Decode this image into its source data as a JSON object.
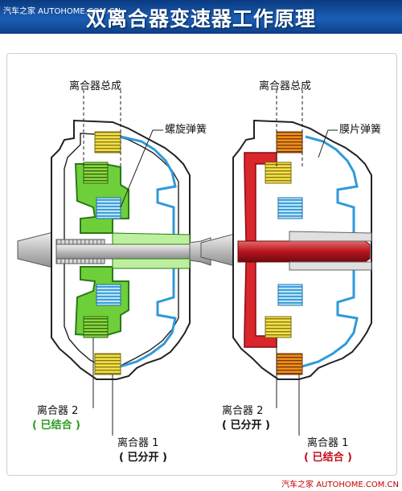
{
  "watermark_top": "汽车之家 AUTOHOME.COM.CN",
  "title": "双离合器变速器工作原理",
  "left": {
    "assembly_label": "离合器总成",
    "spring_label": "螺旋弹簧",
    "clutch2_label": "离合器 2",
    "clutch2_state": "( 已结合 )",
    "clutch1_label": "离合器 1",
    "clutch1_state": "( 已分开 )"
  },
  "right": {
    "assembly_label": "离合器总成",
    "spring_label": "膜片弹簧",
    "clutch2_label": "离合器 2",
    "clutch2_state": "( 已分开 )",
    "clutch1_label": "离合器 1",
    "clutch1_state": "( 已结合 )"
  },
  "colors": {
    "engaged_left": "#2a9a1e",
    "engaged_right": "#c0101a",
    "housing_fill": "#ffffff",
    "housing_stroke": "#222222",
    "spring": "#2f9ad8",
    "plates_yellow": "#f2e04a",
    "plates_orange": "#f0901c",
    "shaft": "#c9c9c9"
  },
  "watermark_bottom": "汽车之家 AUTOHOME.COM.CN"
}
